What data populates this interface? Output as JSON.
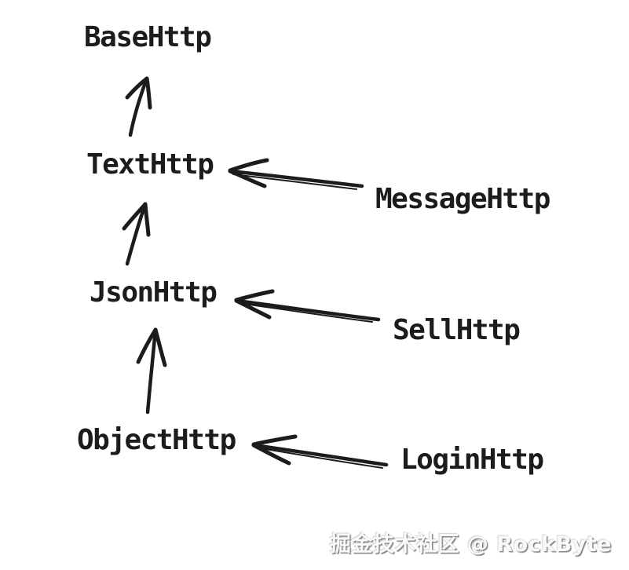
{
  "diagram": {
    "nodes": [
      {
        "id": "base-http",
        "label": "BaseHttp"
      },
      {
        "id": "text-http",
        "label": "TextHttp"
      },
      {
        "id": "message-http",
        "label": "MessageHttp"
      },
      {
        "id": "json-http",
        "label": "JsonHttp"
      },
      {
        "id": "sell-http",
        "label": "SellHttp"
      },
      {
        "id": "object-http",
        "label": "ObjectHttp"
      },
      {
        "id": "login-http",
        "label": "LoginHttp"
      }
    ],
    "arrows": [
      {
        "from": "TextHttp",
        "to": "BaseHttp",
        "direction": "up"
      },
      {
        "from": "MessageHttp",
        "to": "TextHttp",
        "direction": "left"
      },
      {
        "from": "JsonHttp",
        "to": "TextHttp",
        "direction": "up"
      },
      {
        "from": "SellHttp",
        "to": "JsonHttp",
        "direction": "left"
      },
      {
        "from": "ObjectHttp",
        "to": "JsonHttp",
        "direction": "up"
      },
      {
        "from": "LoginHttp",
        "to": "ObjectHttp",
        "direction": "left"
      }
    ]
  },
  "watermark": {
    "text": "掘金技术社区 @ RockByte"
  },
  "colors": {
    "ink": "#1c1c1c",
    "background": "#ffffff",
    "watermark_fill": "#faf9f8",
    "watermark_shadow": "#6e6c69"
  }
}
